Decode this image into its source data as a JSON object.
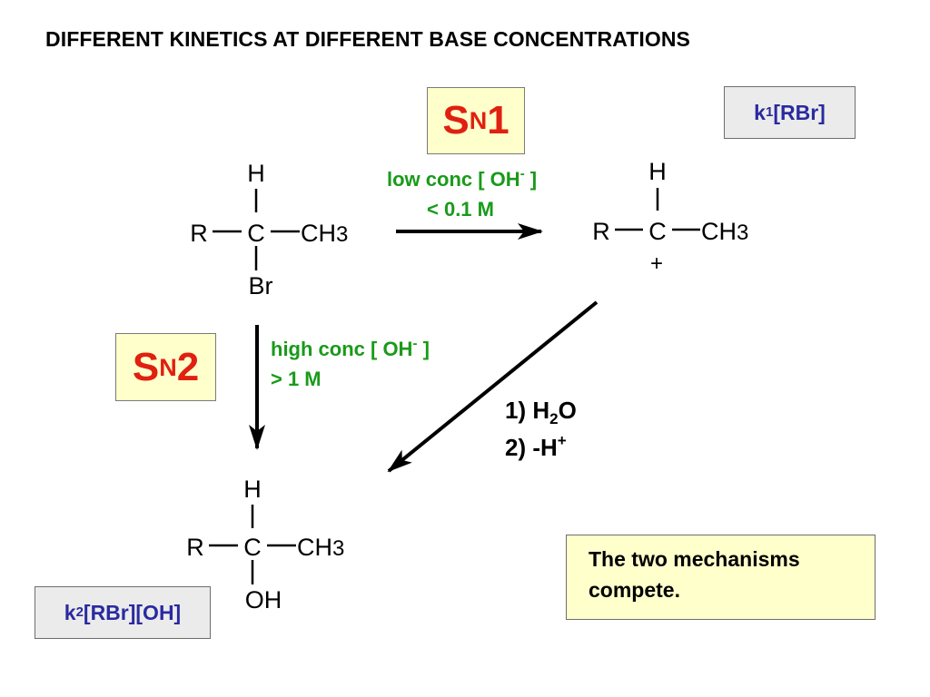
{
  "title": "DIFFERENT KINETICS AT DIFFERENT BASE CONCENTRATIONS",
  "sn1": {
    "main": "S",
    "sub": "N",
    "num": "1"
  },
  "sn2": {
    "main": "S",
    "sub": "N",
    "num": "2"
  },
  "rate1": {
    "pre": "k",
    "sub": "1",
    "post": "[RBr]"
  },
  "rate2": {
    "pre": "k",
    "sub": "2",
    "post": "[RBr][OH]"
  },
  "cond_low": {
    "line1_pre": "low conc [ OH",
    "line1_sup": "-",
    "line1_post": " ]",
    "line2": "< 0.1 M"
  },
  "cond_high": {
    "line1_pre": "high conc [ OH",
    "line1_sup": "-",
    "line1_post": " ]",
    "line2": "> 1 M"
  },
  "steps": {
    "s1_pre": "1) H",
    "s1_sub": "2",
    "s1_post": "O",
    "s2_pre": "2) -H",
    "s2_sup": "+"
  },
  "note": {
    "line1": "The two mechanisms",
    "line2": "compete."
  },
  "molecules": {
    "reactant": {
      "top": "H",
      "left": "R",
      "center": "C",
      "right": "CH",
      "right_sub": "3",
      "bottom": "Br"
    },
    "cation": {
      "top": "H",
      "left": "R",
      "center": "C",
      "right": "CH",
      "right_sub": "3",
      "bottom": "+"
    },
    "product": {
      "top": "H",
      "left": "R",
      "center": "C",
      "right": "CH",
      "right_sub": "3",
      "bottom": "OH"
    }
  }
}
